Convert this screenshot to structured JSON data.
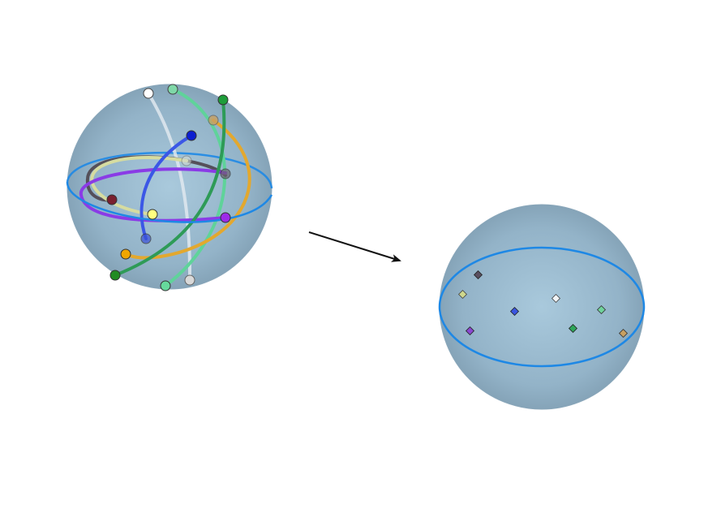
{
  "figure": {
    "background": "#ffffff",
    "sphere_fill": "#8fb3c9",
    "sphere_edge": "#7f9fb4",
    "equator_color": "#1e88e5",
    "arrow_color": "#111111"
  },
  "left_sphere": {
    "trajectories": [
      {
        "name": "white-trajectory",
        "color": "#e8eef2",
        "start_marker": "#ffffff",
        "end_marker": "#d9d9d9"
      },
      {
        "name": "light-green-trajectory",
        "color": "#5fd39a",
        "start_marker": "#7fd8a8",
        "end_marker": "#66d99c"
      },
      {
        "name": "dark-green-trajectory",
        "color": "#2e9b57",
        "start_marker": "#1f9d3a",
        "end_marker": "#228b22"
      },
      {
        "name": "orange-trajectory",
        "color": "#e3a82e",
        "start_marker": "#c8a062",
        "end_marker": "#f0a600"
      },
      {
        "name": "blue-trajectory",
        "color": "#3b57e6",
        "start_marker": "#0d1fd0",
        "end_marker": "#3a50d8"
      },
      {
        "name": "gray-trajectory",
        "color": "#55505a",
        "start_marker": "#7a2030",
        "end_marker": "#6b6270"
      },
      {
        "name": "pale-yellow-trajectory",
        "color": "#d6dca0",
        "start_marker": "#ffff80",
        "end_marker": "#e0e8b0"
      },
      {
        "name": "purple-trajectory",
        "color": "#8a3be6",
        "start_marker": "#9d2be8",
        "end_marker": "#8a48d0"
      }
    ]
  },
  "right_sphere": {
    "points": [
      {
        "name": "dark-gray-point",
        "color": "#5a4f60"
      },
      {
        "name": "pale-yellow-point",
        "color": "#cfd88e"
      },
      {
        "name": "white-point",
        "color": "#f2f5f7"
      },
      {
        "name": "blue-point",
        "color": "#3a55e0"
      },
      {
        "name": "light-green-point",
        "color": "#6fd39c"
      },
      {
        "name": "purple-point",
        "color": "#8a48d0"
      },
      {
        "name": "dark-green-point",
        "color": "#2ea65a"
      },
      {
        "name": "tan-point",
        "color": "#c8a062"
      }
    ]
  }
}
